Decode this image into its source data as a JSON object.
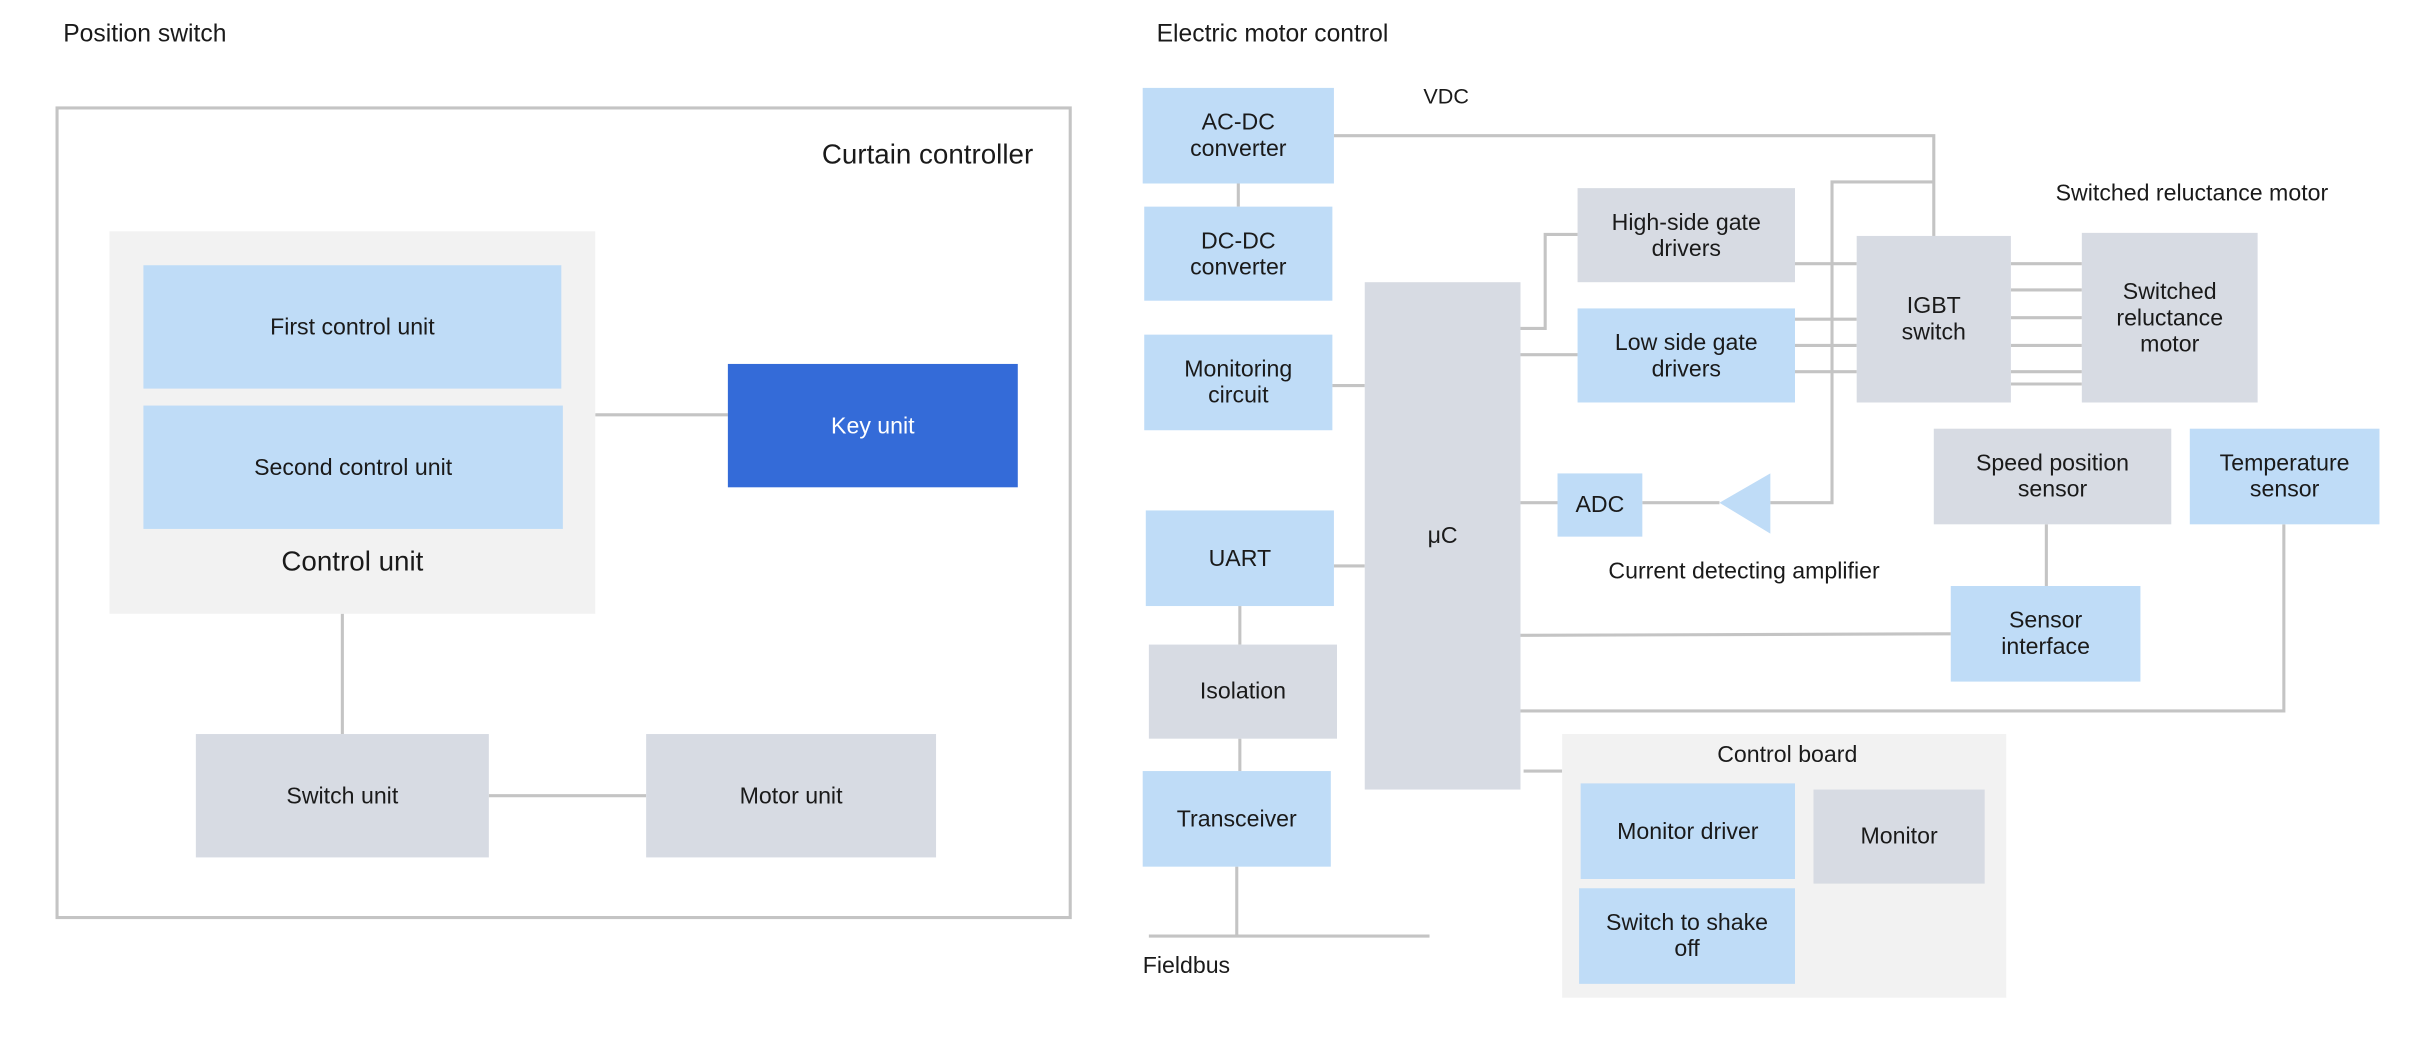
{
  "position_switch": {
    "title": "Position switch",
    "container_label": "Curtain controller",
    "control_unit_label": "Control unit",
    "first_control_unit": "First control unit",
    "second_control_unit": "Second control unit",
    "key_unit": "Key unit",
    "switch_unit": "Switch unit",
    "motor_unit": "Motor unit"
  },
  "electric_motor_control": {
    "title": "Electric motor control",
    "vdc": "VDC",
    "ac_dc": "AC-DC converter",
    "dc_dc": "DC-DC converter",
    "monitoring": "Monitoring circuit",
    "uart": "UART",
    "isolation": "Isolation",
    "transceiver": "Transceiver",
    "fieldbus": "Fieldbus",
    "mcu": "μC",
    "high_side": "High-side gate drivers",
    "low_side": "Low side gate drivers",
    "igbt": "IGBT switch",
    "srm_label": "Switched reluctance motor",
    "srm_box": "Switched reluctance motor",
    "adc": "ADC",
    "amplifier_label": "Current detecting amplifier",
    "speed_sensor": "Speed  position sensor",
    "temp_sensor": "Temperature sensor",
    "sensor_interface": "Sensor interface",
    "control_board": "Control board",
    "monitor_driver": "Monitor driver",
    "monitor": "Monitor",
    "switch_shake": "Switch to shake off"
  },
  "colors": {
    "light_blue": "#bfdcf7",
    "gray": "#d7dbe3",
    "dark_blue": "#346bd8",
    "panel": "#f2f2f2",
    "line": "#c4c4c4"
  }
}
